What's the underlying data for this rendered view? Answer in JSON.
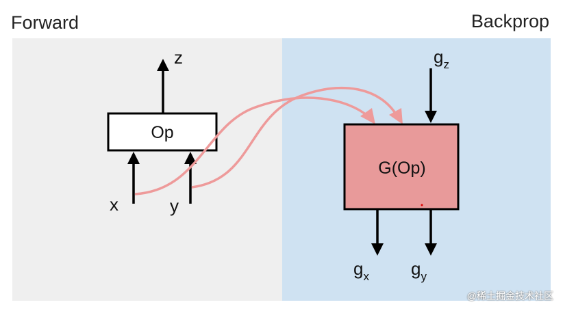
{
  "headings": {
    "forward": "Forward",
    "backprop": "Backprop"
  },
  "forward_graph": {
    "op_label": "Op",
    "output_label": "z",
    "inputs": [
      "x",
      "y"
    ]
  },
  "backprop_graph": {
    "grad_op_label": "G(Op)",
    "incoming_gradient": {
      "base": "g",
      "sub": "z"
    },
    "outgoing_gradients": [
      {
        "base": "g",
        "sub": "x"
      },
      {
        "base": "g",
        "sub": "y"
      }
    ]
  },
  "watermark": "@稀土掘金技术社区",
  "colors": {
    "forward_panel": "#efefef",
    "backprop_panel": "#cfe2f2",
    "grad_box_fill": "#e89a9a",
    "connector": "#ee9a9a",
    "stroke": "#000000"
  }
}
